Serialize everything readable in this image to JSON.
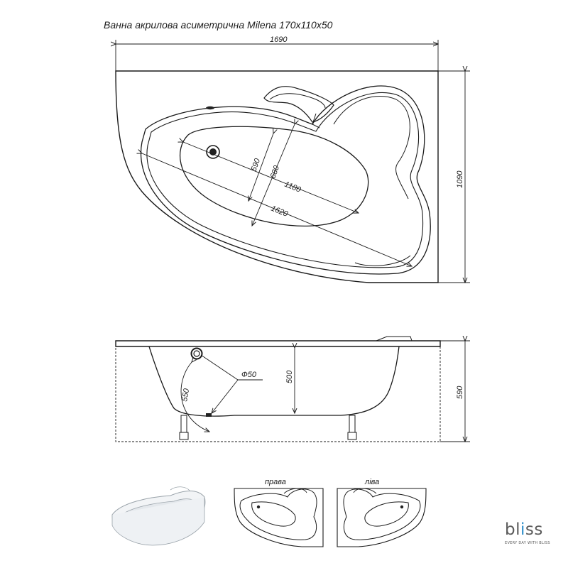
{
  "title": "Ванна акрилова асиметрична Milena 170х110х50",
  "plan_dimensions": {
    "total_length": "1690",
    "total_width": "1090",
    "inner_width": "590",
    "bowl_width": "680",
    "bowl_length": "1180",
    "inner_length": "1620"
  },
  "side_dimensions": {
    "drain_diameter": "Ф50",
    "drain_distance": "550",
    "depth": "500",
    "total_height": "590"
  },
  "variants": {
    "right_label": "права",
    "left_label": "ліва"
  },
  "brand": {
    "name_prefix": "bl",
    "name_accent": "i",
    "name_suffix": "ss",
    "tagline": "EVERY DAY WITH BLISS"
  }
}
